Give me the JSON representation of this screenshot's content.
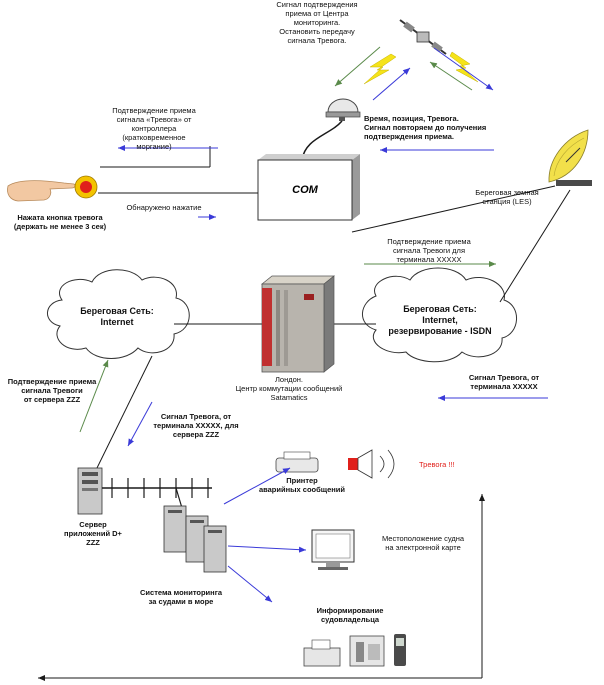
{
  "labels": {
    "satellite_signal": "Сигнал подтверждения\nприема от Центра\nмониторинга.\nОстановить передачу\nсигнала Тревога.",
    "controller_confirm": "Подтверждение приема\nсигнала «Тревога» от\nконтроллера\n(кратковременное\nморгание)",
    "time_position": "Время, позиция, Тревога.\nСигнал повторяем до получения\nподтверждения приема.",
    "com": "COM",
    "button_pressed": "Нажата кнопка тревога\n(держать не менее 3 сек)",
    "press_detected": "Обнаружено нажатие",
    "les": "Береговая земная\nстанция (LES)",
    "confirm_terminal": "Подтверждение приема\nсигнала Тревоги для\nтерминала XXXXX",
    "cloud_internet": "Береговая Сеть:\nInternet",
    "cloud_isdn": "Береговая Сеть:\nInternet,\nрезервирование - ISDN",
    "london": "Лондон.\nЦентр коммутации сообщений\nSatamatics",
    "confirm_server": "Подтверждение приема\nсигнала Тревоги\nот сервера ZZZ",
    "alarm_from_terminal": "Сигнал Тревога,  от\nтерминала XXXXX",
    "alarm_for_server": "Сигнал Тревога,  от\nтерминала XXXXX, для\nсервера ZZZ",
    "printer": "Принтер\nаварийных сообщений",
    "alarm_text": "Тревога !!!",
    "app_server": "Сервер\nприложений D+\nZZZ",
    "ship_location": "Местоположение судна\nна электронной карте",
    "monitoring": "Система мониторинга\nза судами в море",
    "owner_info": "Информирование\nсудовладельца"
  },
  "colors": {
    "arrow_blue": "#3a3ad8",
    "arrow_green": "#5a8a4a",
    "line_dark": "#1a1a1a",
    "bolt_yellow": "#f5e31a",
    "alarm_red": "#e0201b",
    "cloud_fill": "#ffffff",
    "dish_yellow": "#f2e04a"
  },
  "icons": [
    "hand-icon",
    "alarm-button-icon",
    "satellite-icon",
    "antenna-dome-icon",
    "satellite-dish-icon",
    "server-tower-icon",
    "printer-icon",
    "siren-icon",
    "monitor-icon",
    "fax-icon",
    "phone-icon",
    "mobile-phone-icon"
  ]
}
